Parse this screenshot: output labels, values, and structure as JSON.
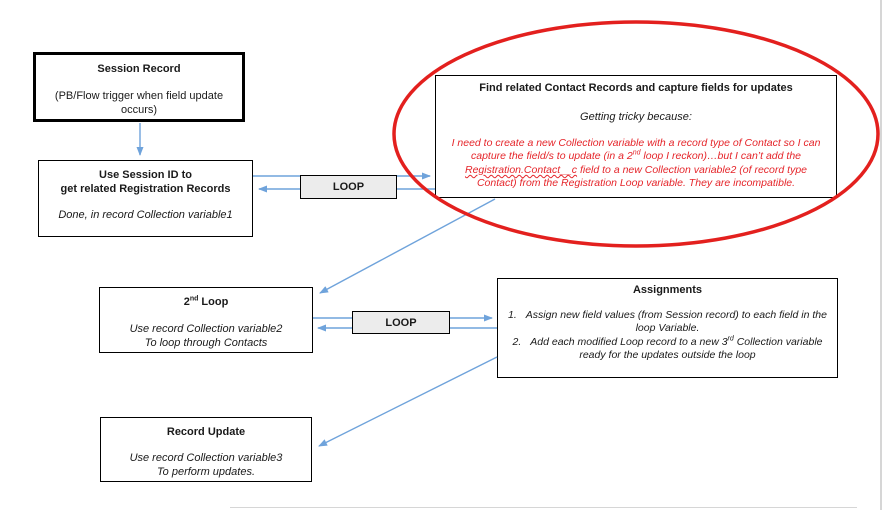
{
  "colors": {
    "arrow_blue": "#6FA3DB",
    "ellipse_red": "#E3201E",
    "note_red": "#E5252A",
    "loop_fill": "#ECECEC",
    "box_border": "#000000"
  },
  "nodes": {
    "session": {
      "title": "Session Record",
      "body": "(PB/Flow trigger when field update occurs)"
    },
    "get_registrations": {
      "title_line1": "Use Session ID to",
      "title_line2": "get related Registration Records",
      "note": "Done, in record Collection variable1"
    },
    "loop1": {
      "label": "LOOP"
    },
    "find_contacts": {
      "title": "Find related Contact Records and capture fields for updates",
      "subtitle": "Getting tricky because:",
      "note_seg1": "I need to create a new Collection variable with a record type of Contact so I can capture the field/s to update (in a 2",
      "note_sup1": "nd",
      "note_seg2": " loop I reckon)…but I can’t add the ",
      "note_field": "Registration.Contact__c",
      "note_seg3": " field to a new Collection variable2 (of record type Contact) from the Registration Loop variable. They are incompatible."
    },
    "second_loop": {
      "title_num": "2",
      "title_sup": "nd",
      "title_rest": " Loop",
      "note_line1": "Use record Collection variable2",
      "note_line2": "To loop through Contacts"
    },
    "loop2": {
      "label": "LOOP"
    },
    "assignments": {
      "title": "Assignments",
      "item1_num": "1.",
      "item1_text": "Assign new field values (from Session record) to each field in the loop Variable.",
      "item2_num": "2.",
      "item2_seg1": "Add each modified Loop record to a new 3",
      "item2_sup": "rd",
      "item2_seg2": " Collection variable ready for the updates outside the loop"
    },
    "record_update": {
      "title": "Record Update",
      "note_line1": "Use record Collection variable3",
      "note_line2": "To perform updates."
    }
  }
}
